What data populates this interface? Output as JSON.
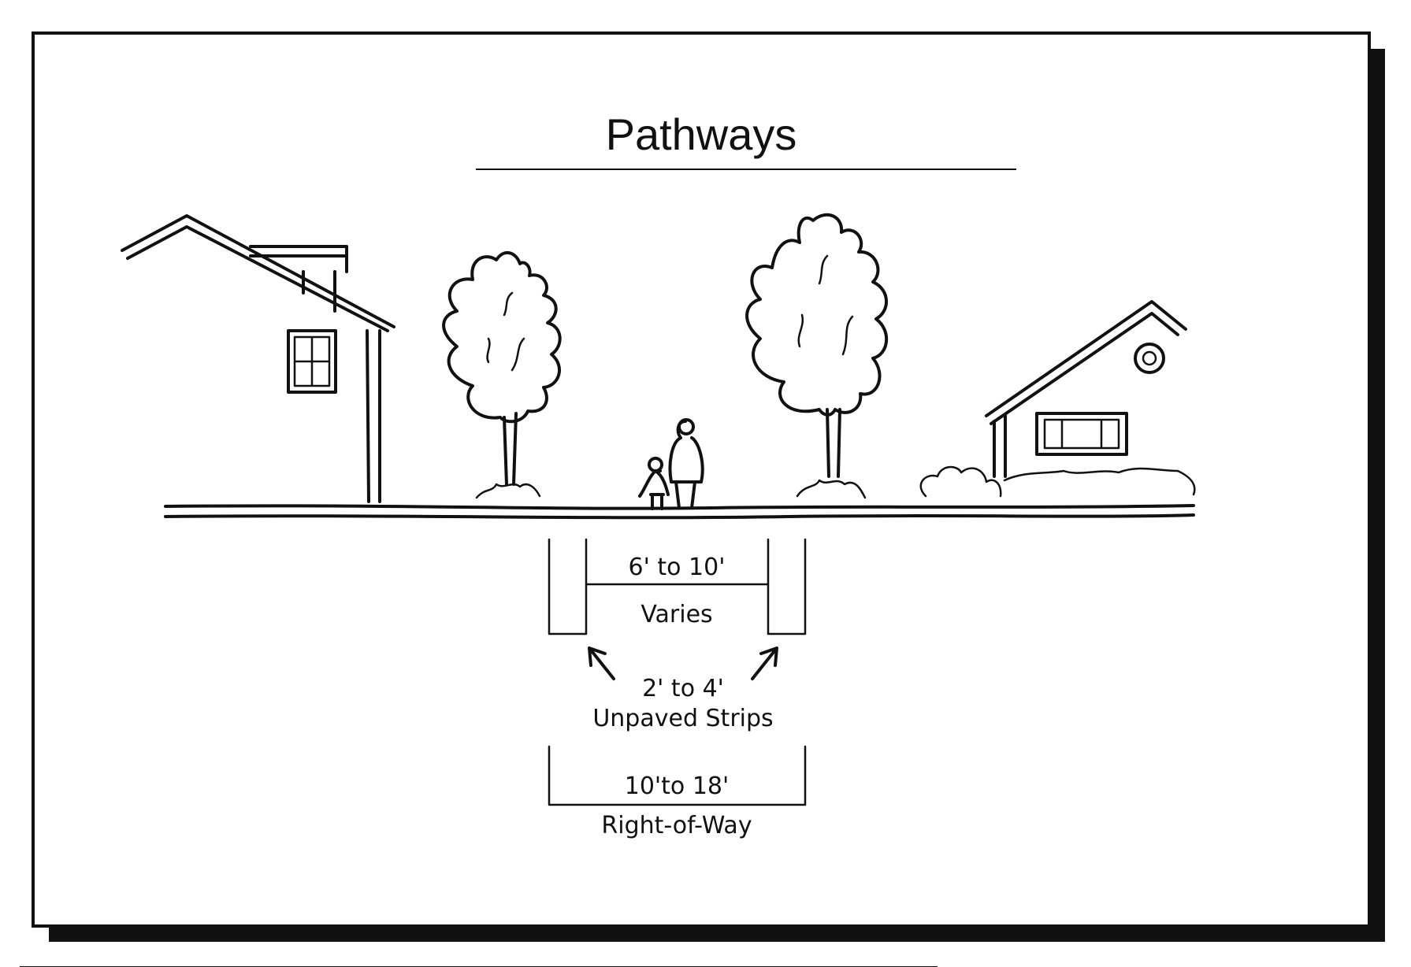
{
  "diagram": {
    "title": "Pathways",
    "labels": {
      "path_width": "6' to 10'",
      "path_width_note": "Varies",
      "strip_width": "2' to 4'",
      "strip_note": "Unpaved Strips",
      "row_width": "10'to 18'",
      "row_note": "Right-of-Way"
    }
  }
}
